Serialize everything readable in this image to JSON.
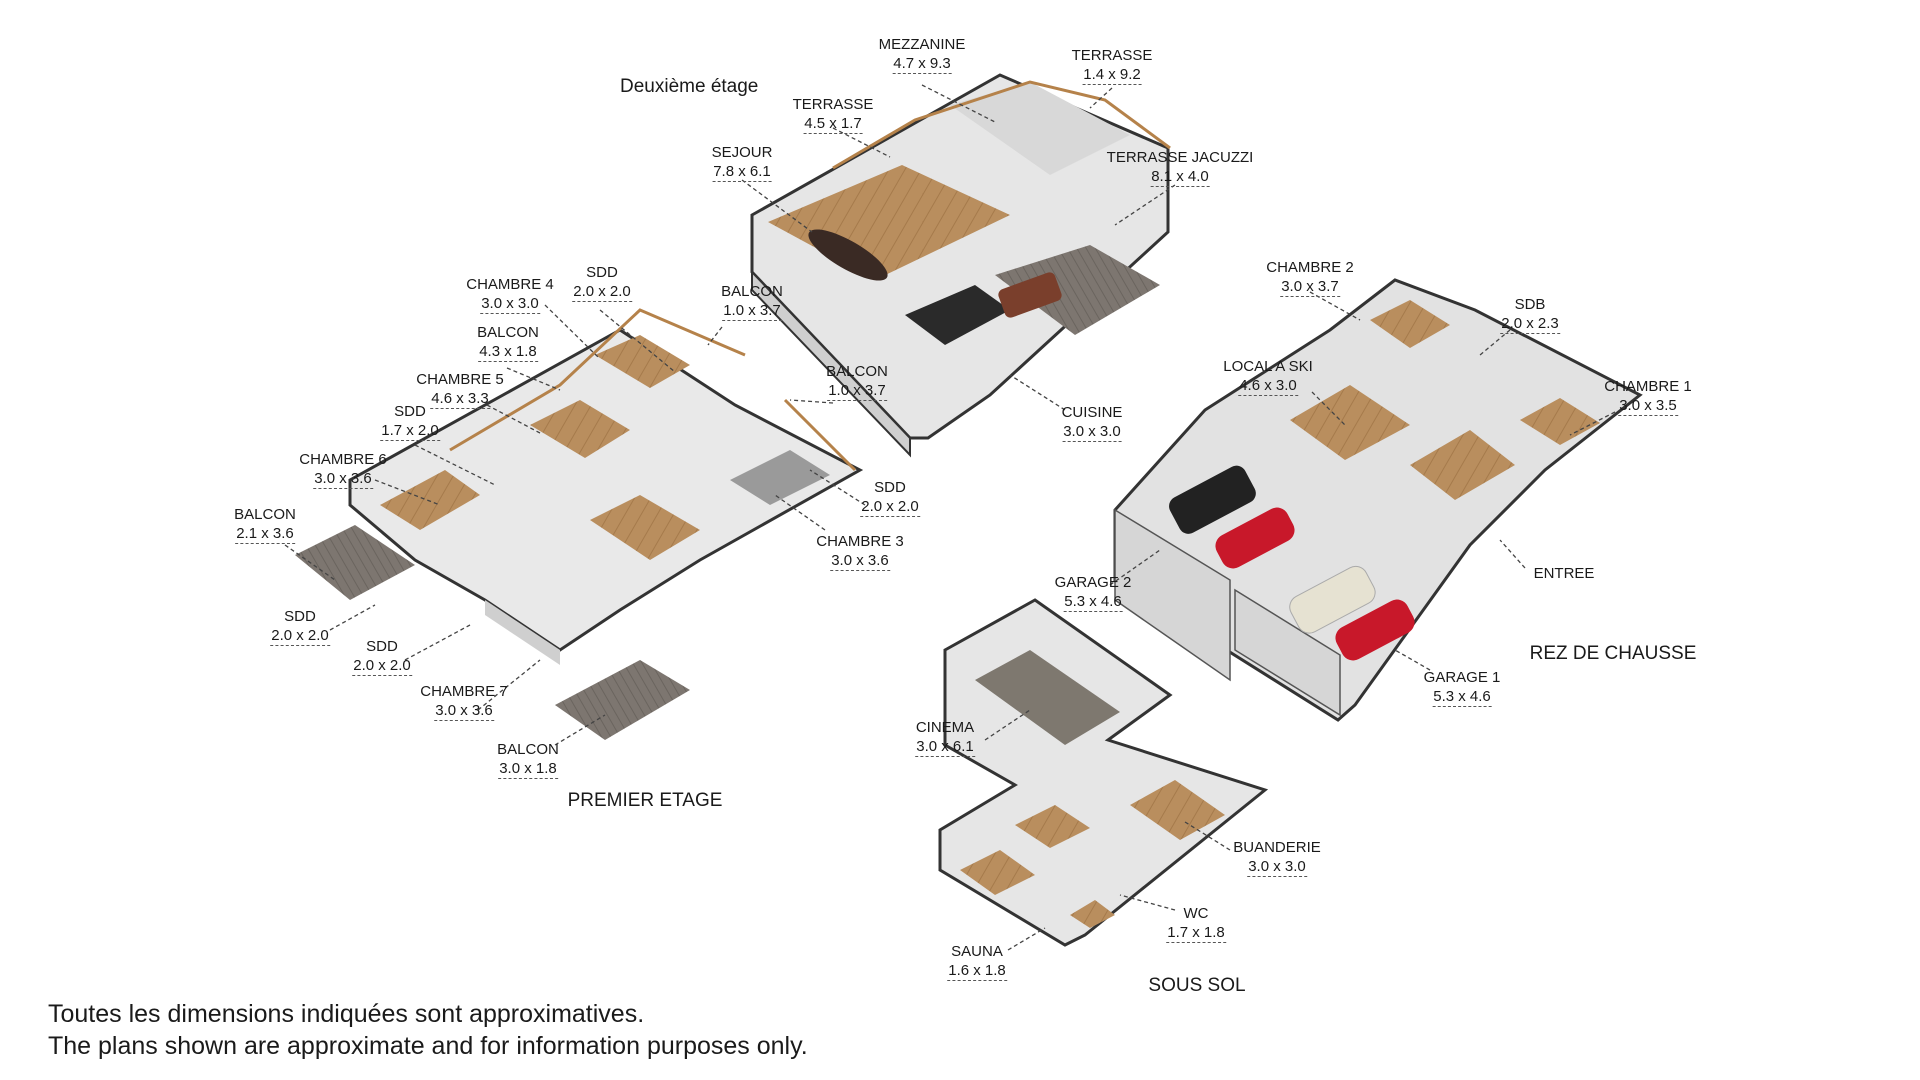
{
  "floors": {
    "deuxieme": "Deuxième étage",
    "premier": "PREMIER ETAGE",
    "rez": "REZ DE CHAUSSE",
    "sous_sol": "SOUS SOL"
  },
  "rooms": {
    "mezzanine": {
      "name": "MEZZANINE",
      "dim": "4.7 x 9.3"
    },
    "terrasse_top": {
      "name": "TERRASSE",
      "dim": "1.4 x 9.2"
    },
    "terrasse_left": {
      "name": "TERRASSE",
      "dim": "4.5 x 1.7"
    },
    "sejour": {
      "name": "SEJOUR",
      "dim": "7.8 x 6.1"
    },
    "terrasse_jacuzzi": {
      "name": "TERRASSE JACUZZI",
      "dim": "8.1 x 4.0"
    },
    "cuisine": {
      "name": "CUISINE",
      "dim": "3.0 x 3.0"
    },
    "chambre4": {
      "name": "CHAMBRE 4",
      "dim": "3.0 x 3.0"
    },
    "sdd_top": {
      "name": "SDD",
      "dim": "2.0 x 2.0"
    },
    "balcon_1_0_a": {
      "name": "BALCON",
      "dim": "1.0 x 3.7"
    },
    "balcon_4_3": {
      "name": "BALCON",
      "dim": "4.3 x 1.8"
    },
    "balcon_1_0_b": {
      "name": "BALCON",
      "dim": "1.0 x 3.7"
    },
    "chambre5": {
      "name": "CHAMBRE 5",
      "dim": "4.6 x 3.3"
    },
    "sdd_17": {
      "name": "SDD",
      "dim": "1.7 x 2.0"
    },
    "chambre6": {
      "name": "CHAMBRE 6",
      "dim": "3.0 x 3.6"
    },
    "sdd_right": {
      "name": "SDD",
      "dim": "2.0 x 2.0"
    },
    "chambre3": {
      "name": "CHAMBRE 3",
      "dim": "3.0 x 3.6"
    },
    "balcon_2_1": {
      "name": "BALCON",
      "dim": "2.1 x 3.6"
    },
    "sdd_left": {
      "name": "SDD",
      "dim": "2.0 x 2.0"
    },
    "sdd_mid": {
      "name": "SDD",
      "dim": "2.0 x 2.0"
    },
    "chambre7": {
      "name": "CHAMBRE 7",
      "dim": "3.0 x 3.6"
    },
    "balcon_3_0": {
      "name": "BALCON",
      "dim": "3.0 x 1.8"
    },
    "chambre2": {
      "name": "CHAMBRE 2",
      "dim": "3.0 x 3.7"
    },
    "sdb": {
      "name": "SDB",
      "dim": "2.0 x 2.3"
    },
    "local_ski": {
      "name": "LOCAL A SKI",
      "dim": "4.6 x 3.0"
    },
    "chambre1": {
      "name": "CHAMBRE 1",
      "dim": "3.0 x 3.5"
    },
    "entree": {
      "name": "ENTREE",
      "dim": ""
    },
    "garage2": {
      "name": "GARAGE 2",
      "dim": "5.3 x 4.6"
    },
    "garage1": {
      "name": "GARAGE 1",
      "dim": "5.3 x 4.6"
    },
    "cinema": {
      "name": "CINEMA",
      "dim": "3.0 x 6.1"
    },
    "buanderie": {
      "name": "BUANDERIE",
      "dim": "3.0 x 3.0"
    },
    "wc": {
      "name": "WC",
      "dim": "1.7 x 1.8"
    },
    "sauna": {
      "name": "SAUNA",
      "dim": "1.6 x 1.8"
    }
  },
  "disclaimer": {
    "fr": "Toutes les dimensions indiquées sont approximatives.",
    "en": "The plans shown are approximate and for information purposes only."
  },
  "colors": {
    "wall": "#3a3a3a",
    "wall_side": "#d9d9d9",
    "wood": "#b68a5a",
    "tile": "#9a9a9a",
    "deck": "#7a7470",
    "railing": "#b5824a"
  }
}
